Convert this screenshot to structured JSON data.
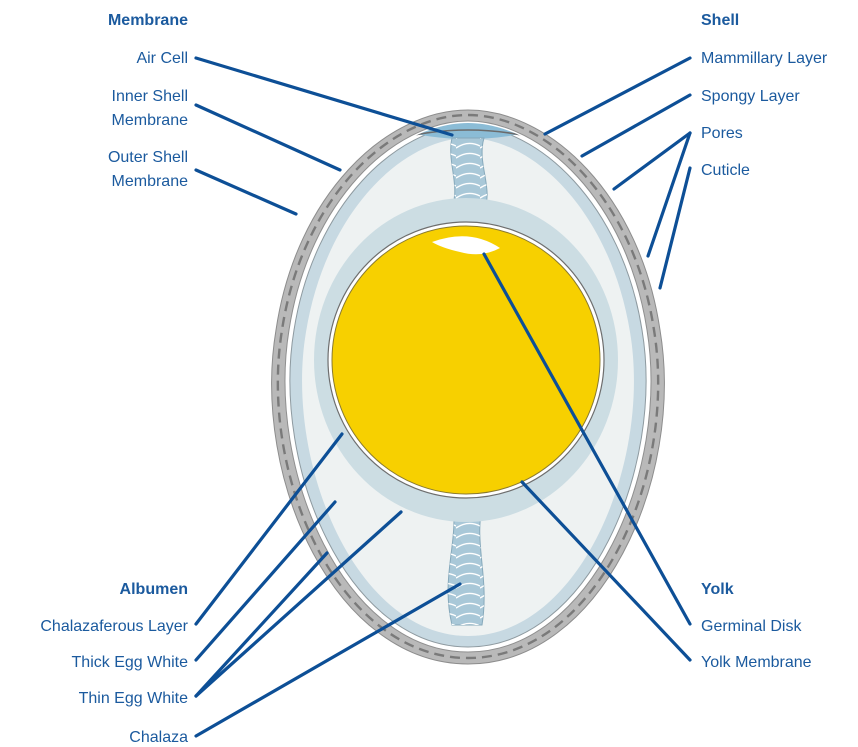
{
  "groups": {
    "membrane": {
      "heading": "Membrane",
      "labels": [
        "Air Cell",
        "Inner Shell",
        "Membrane",
        "Outer Shell",
        "Membrane"
      ]
    },
    "shell": {
      "heading": "Shell",
      "labels": [
        "Mammillary Layer",
        "Spongy Layer",
        "Pores",
        "Cuticle"
      ]
    },
    "albumen": {
      "heading": "Albumen",
      "labels": [
        "Chalazaferous Layer",
        "Thick Egg White",
        "Thin Egg White",
        "Chalaza"
      ]
    },
    "yolk": {
      "heading": "Yolk",
      "labels": [
        "Germinal Disk",
        "Yolk Membrane"
      ]
    }
  },
  "colors": {
    "label_text": "#1b5a9e",
    "leader_line": "#0d4f96",
    "shell": "#b9b9b9",
    "shell_dash": "#7a7a7a",
    "membrane": "#c7d9e2",
    "albumen_thin": "#eef2f2",
    "albumen_thick": "#ccdde3",
    "yolk": "#f7d000",
    "air_cell": "#8bbcd6",
    "chalaza": "#a9c8d8"
  }
}
